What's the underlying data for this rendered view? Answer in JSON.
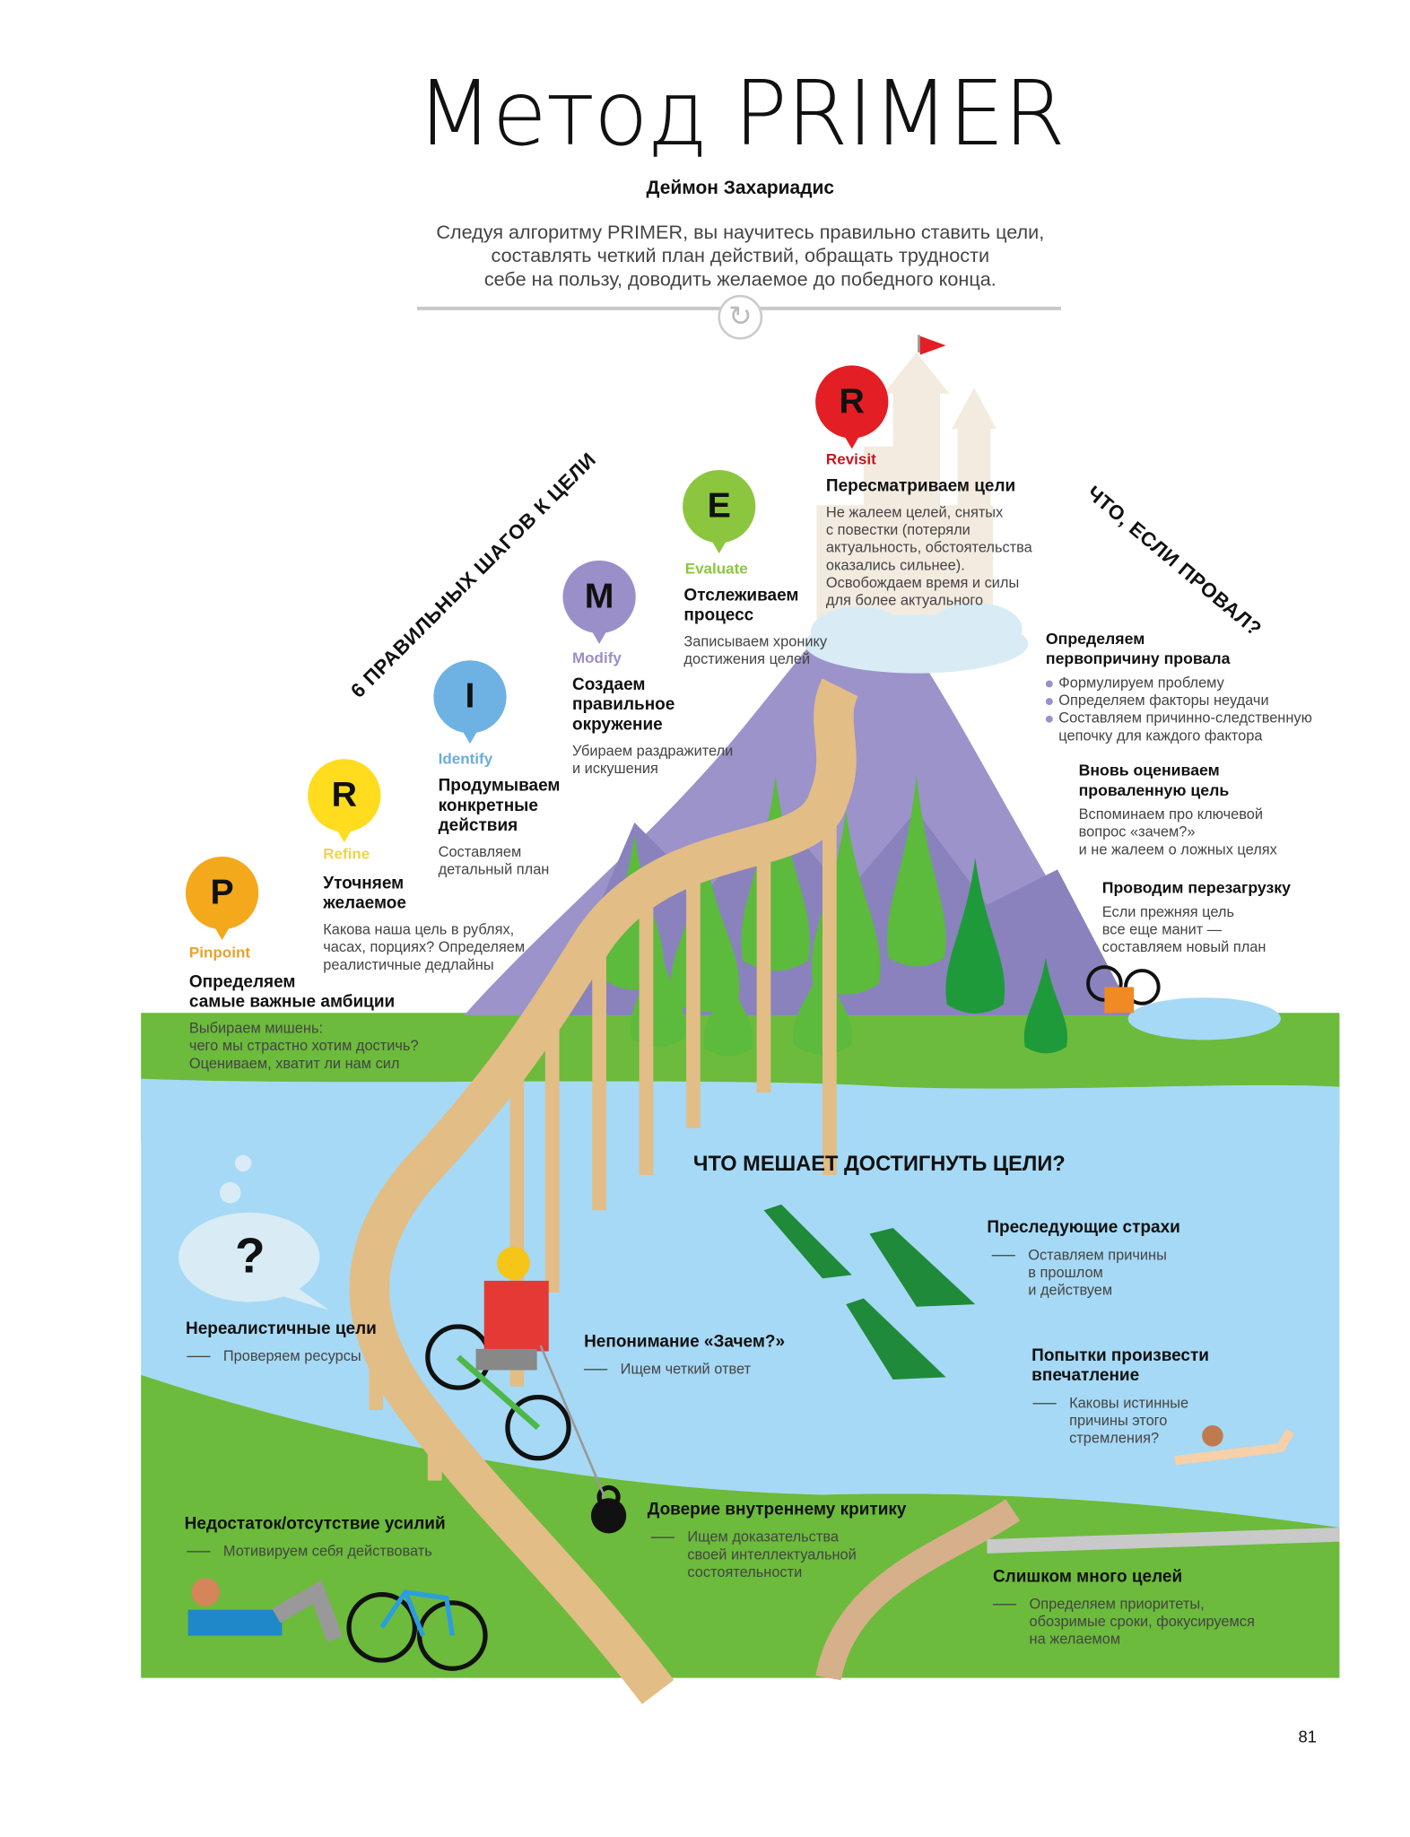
{
  "header": {
    "title": "Метод PRIMER",
    "author": "Деймон Захариадис",
    "description": [
      "Следуя алгоритму PRIMER, вы научитесь правильно ставить цели,",
      "составлять четкий план действий, обращать трудности",
      "себе на пользу, доводить желаемое до победного конца."
    ],
    "divider_icon": "refresh-icon"
  },
  "steps_heading": "6 ПРАВИЛЬНЫХ ШАГОВ К ЦЕЛИ",
  "steps": [
    {
      "letter": "P",
      "name": "Pinpoint",
      "color": "#f4a81b",
      "label_color": "#e8a32e",
      "title": [
        "Определяем",
        "самые важные амбиции"
      ],
      "text": [
        "Выбираем мишень:",
        "чего мы страстно хотим достичь?",
        "Оцениваем, хватит ли нам сил"
      ]
    },
    {
      "letter": "R",
      "name": "Refine",
      "color": "#ffdc1e",
      "label_color": "#efd44a",
      "title": [
        "Уточняем",
        "желаемое"
      ],
      "text": [
        "Какова наша цель в рублях,",
        "часах, порциях? Определяем",
        "реалистичные дедлайны"
      ]
    },
    {
      "letter": "I",
      "name": "Identify",
      "color": "#6eb2e3",
      "label_color": "#6aaedc",
      "title": [
        "Продумываем",
        "конкретные",
        "действия"
      ],
      "text": [
        "Составляем",
        "детальный план"
      ]
    },
    {
      "letter": "M",
      "name": "Modify",
      "color": "#9a8fc9",
      "label_color": "#9a8fc9",
      "title": [
        "Создаем",
        "правильное",
        "окружение"
      ],
      "text": [
        "Убираем раздражители",
        "и искушения"
      ]
    },
    {
      "letter": "E",
      "name": "Evaluate",
      "color": "#8cc63f",
      "label_color": "#8cc63f",
      "title": [
        "Отслеживаем",
        "процесс"
      ],
      "text": [
        "Записываем хронику",
        "достижения целей"
      ]
    },
    {
      "letter": "R",
      "name": "Revisit",
      "color": "#e31e24",
      "label_color": "#c4171d",
      "title": [
        "Пересматриваем цели"
      ],
      "text": [
        "Не жалеем целей, снятых",
        "с повестки (потеряли",
        "актуальность, обстоятельства",
        "оказались сильнее).",
        "Освобождаем время и силы",
        "для более актуального"
      ]
    }
  ],
  "failure": {
    "heading": "ЧТО, ЕСЛИ ПРОВАЛ?",
    "items": [
      {
        "title": [
          "Определяем",
          "первопричину провала"
        ],
        "bullets": [
          "Формулируем проблему",
          "Определяем факторы неудачи",
          "Составляем причинно-следственную",
          "цепочку для каждого фактора"
        ]
      },
      {
        "title": [
          "Вновь оцениваем",
          "проваленную цель"
        ],
        "text": [
          "Вспоминаем про ключевой",
          "вопрос «зачем?»",
          "и не жалеем о ложных целях"
        ]
      },
      {
        "title": [
          "Проводим перезагрузку"
        ],
        "text": [
          "Если прежняя цель",
          "все еще манит —",
          "составляем новый план"
        ]
      }
    ]
  },
  "obstacles": {
    "heading": "ЧТО МЕШАЕТ ДОСТИГНУТЬ ЦЕЛИ?",
    "bubble_text": "?",
    "items": [
      {
        "title": [
          "Преследующие страхи"
        ],
        "text": [
          "Оставляем причины",
          "в прошлом",
          "и действуем"
        ]
      },
      {
        "title": [
          "Нереалистичные цели"
        ],
        "text": [
          "Проверяем ресурсы"
        ]
      },
      {
        "title": [
          "Непонимание «Зачем?»"
        ],
        "text": [
          "Ищем четкий ответ"
        ]
      },
      {
        "title": [
          "Попытки произвести",
          "впечатление"
        ],
        "text": [
          "Каковы истинные",
          "причины этого",
          "стремления?"
        ]
      },
      {
        "title": [
          "Недостаток/отсутствие усилий"
        ],
        "text": [
          "Мотивируем себя действовать"
        ]
      },
      {
        "title": [
          "Доверие внутреннему критику"
        ],
        "text": [
          "Ищем доказательства",
          "своей интеллектуальной",
          "состоятельности"
        ]
      },
      {
        "title": [
          "Слишком много целей"
        ],
        "text": [
          "Определяем приоритеты,",
          "обозримые сроки, фокусируемся",
          "на желаемом"
        ]
      }
    ]
  },
  "colors": {
    "grass": "#6cbb3c",
    "water": "#a6d9f5",
    "mountain": "#9b93c9",
    "path": "#e2bd86",
    "tree": "#1e9a3a"
  },
  "page_number": "81"
}
